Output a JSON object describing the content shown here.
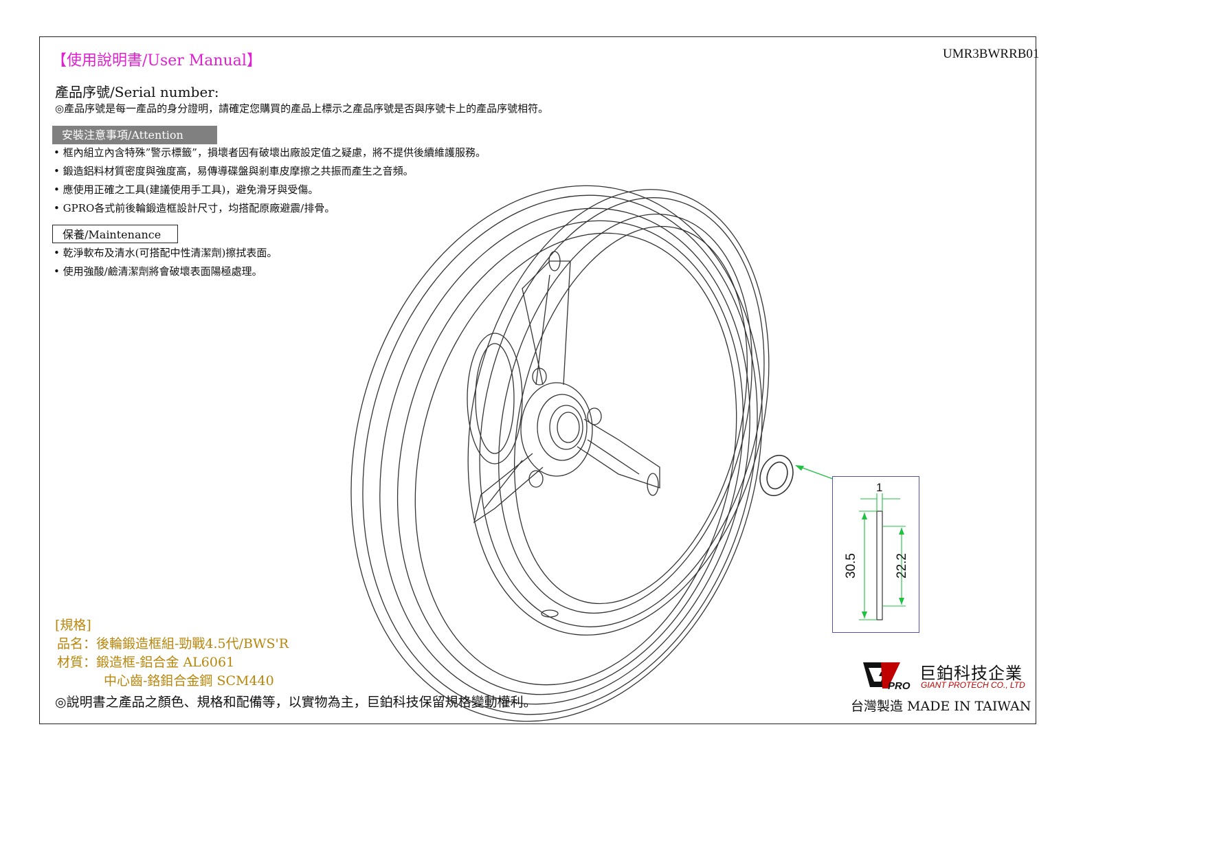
{
  "header": {
    "title": "【使用說明書/User Manual】",
    "doc_code": "UMR3BWRRB01"
  },
  "serial": {
    "label": "產品序號/Serial number:",
    "note": "◎產品序號是每一產品的身分證明，請確定您購買的產品上標示之產品序號是否與序號卡上的產品序號相符。"
  },
  "attention": {
    "heading": "安裝注意事項/Attention",
    "items": [
      "• 框內組立內含特殊”警示標籤”，損壞者因有破壞出廠設定值之疑慮，將不提供後續維護服務。",
      "• 鍛造鋁料材質密度與強度高，易傳導碟盤與剎車皮摩擦之共振而產生之音頻。",
      "• 應使用正確之工具(建議使用手工具)，避免滑牙與受傷。",
      "• GPRO各式前後輪鍛造框設計尺寸，均搭配原廠避震/排骨。"
    ]
  },
  "maintenance": {
    "heading": "保養/Maintenance",
    "items": [
      "• 乾淨軟布及清水(可搭配中性清潔劑)擦拭表面。",
      "• 使用強酸/鹼清潔劑將會破壞表面陽極處理。"
    ]
  },
  "specs": {
    "heading": "[規格]",
    "product_name": "品名：後輪鍛造框組-勁戰4.5代/BWS'R",
    "material_1": "材質：鍛造框-鋁合金 AL6061",
    "material_2": "中心齒-鉻鉬合金鋼 SCM440"
  },
  "disclaimer": "◎說明書之產品之顏色、規格和配備等，以實物為主，巨鉑科技保留規格變動權利。",
  "company": {
    "name_cn": "巨鉑科技企業",
    "name_en": "GIANT PROTECH CO., LTD",
    "made_in": "台灣製造 MADE IN TAIWAN",
    "logo_text": "PRO"
  },
  "dimensions": {
    "thickness": "1",
    "outer": "30.5",
    "inner": "22.2"
  },
  "colors": {
    "title": "#e020d0",
    "spec": "#b8860b",
    "arrow": "#20c040",
    "dim_box": "#5050b0",
    "logo_red": "#c00000"
  }
}
